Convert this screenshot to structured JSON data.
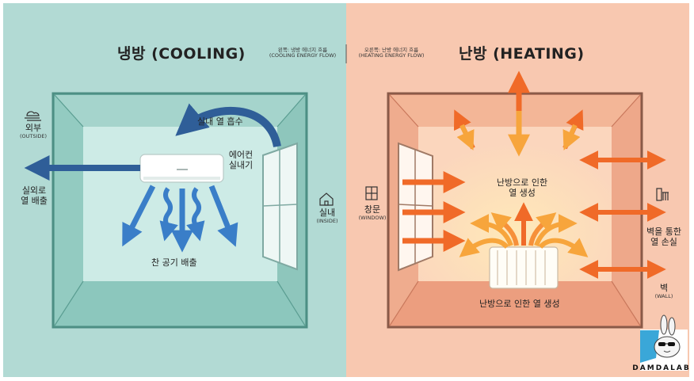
{
  "colors": {
    "cooling_bg": "#b2dad4",
    "heating_bg": "#f8c8b0",
    "cool_arrow": "#3a7ec8",
    "heat_arrow": "#f06a28",
    "heat_arrow_light": "#f8a23a"
  },
  "cooling": {
    "title": "냉방 (COOLING)",
    "legend": "왼쪽: 냉방 에너지 흐름",
    "legend_en": "(COOLING ENERGY FLOW)",
    "outside": "외부",
    "outside_en": "(OUTSIDE)",
    "heat_out_1": "실외로",
    "heat_out_2": "열 배출",
    "heat_absorb": "실내 열 흡수",
    "ac_1": "에어컨",
    "ac_2": "실내기",
    "cold_air": "찬 공기 배출",
    "inside": "실내",
    "inside_en": "(INSIDE)"
  },
  "heating": {
    "title": "난방 (HEATING)",
    "legend": "오른쪽: 난방 에너지 흐름",
    "legend_en": "(HEATING ENERGY FLOW)",
    "window": "창문",
    "window_en": "(WINDOW)",
    "heat_gen_1": "난방으로 인한",
    "heat_gen_2": "열 생성",
    "heat_gen_bottom": "난방으로 인한 열 생성",
    "wall_loss_1": "벽을 통한",
    "wall_loss_2": "열 손실",
    "wall": "벽",
    "wall_en": "(WALL)"
  },
  "logo": {
    "text": "DAMDALAB"
  },
  "icons": [
    "cloud-wind-icon",
    "house-icon",
    "window-icon",
    "wall-radiator-icon",
    "bunny-logo"
  ]
}
